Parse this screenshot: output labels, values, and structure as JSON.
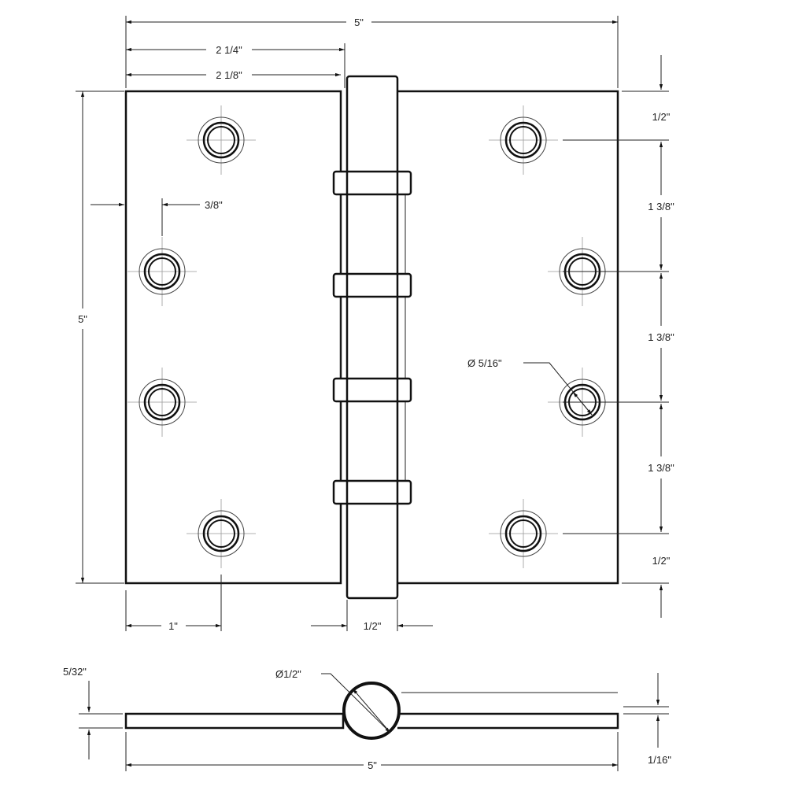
{
  "title": "Hinge dimension drawing",
  "dimensions": {
    "overall_width": "5\"",
    "leaf_to_pin_center": "2 1/4\"",
    "leaf_width": "2 1/8\"",
    "overall_height": "5\"",
    "hole_edge_offset": "3/8\"",
    "hole_from_edge": "1\"",
    "pin_width": "1/2\"",
    "top_margin": "1/2\"",
    "hole_spacing_1": "1 3/8\"",
    "hole_spacing_2": "1 3/8\"",
    "hole_spacing_3": "1 3/8\"",
    "bottom_margin": "1/2\"",
    "hole_diameter": "Ø 5/16\"",
    "barrel_diameter": "Ø1/2\"",
    "barrel_offset": "5/32\"",
    "side_width": "5\"",
    "leaf_thickness": "1/16\""
  }
}
